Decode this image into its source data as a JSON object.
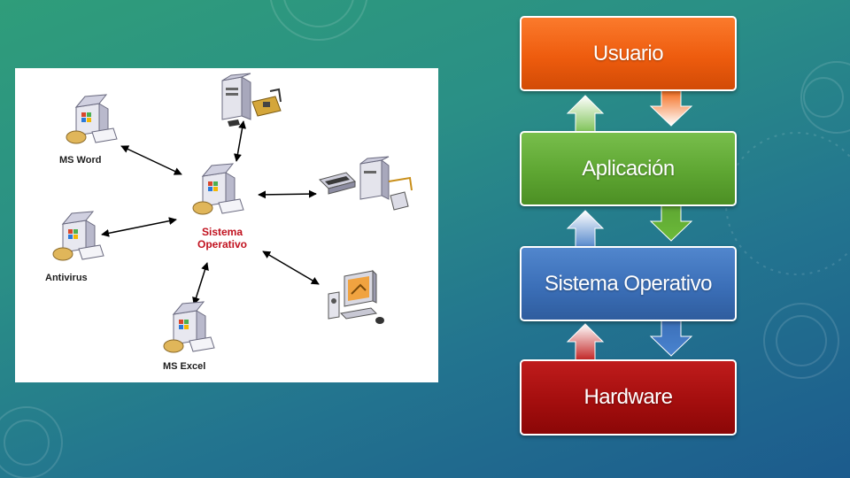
{
  "left_diagram": {
    "center": {
      "label_line1": "Sistema",
      "label_line2": "Operativo"
    },
    "nodes": [
      {
        "id": "ms-word",
        "label": "MS Word",
        "icon": "installer-box-icon"
      },
      {
        "id": "antivirus",
        "label": "Antivirus",
        "icon": "installer-box-icon"
      },
      {
        "id": "ms-excel",
        "label": "MS Excel",
        "icon": "installer-box-icon"
      },
      {
        "id": "hardware-tower",
        "label": "",
        "icon": "computer-tower-icon"
      },
      {
        "id": "scanner-printer",
        "label": "",
        "icon": "scanner-printer-icon"
      },
      {
        "id": "desktop-pc",
        "label": "",
        "icon": "desktop-computer-icon"
      }
    ]
  },
  "layers": {
    "usuario": "Usuario",
    "aplicacion": "Aplicación",
    "sistema_operativo": "Sistema Operativo",
    "hardware": "Hardware"
  },
  "colors": {
    "usuario": "#ee5c0e",
    "aplicacion": "#5ea632",
    "sistema_operativo": "#3b6fb8",
    "hardware": "#a40e0e",
    "os_label": "#c1121f"
  }
}
